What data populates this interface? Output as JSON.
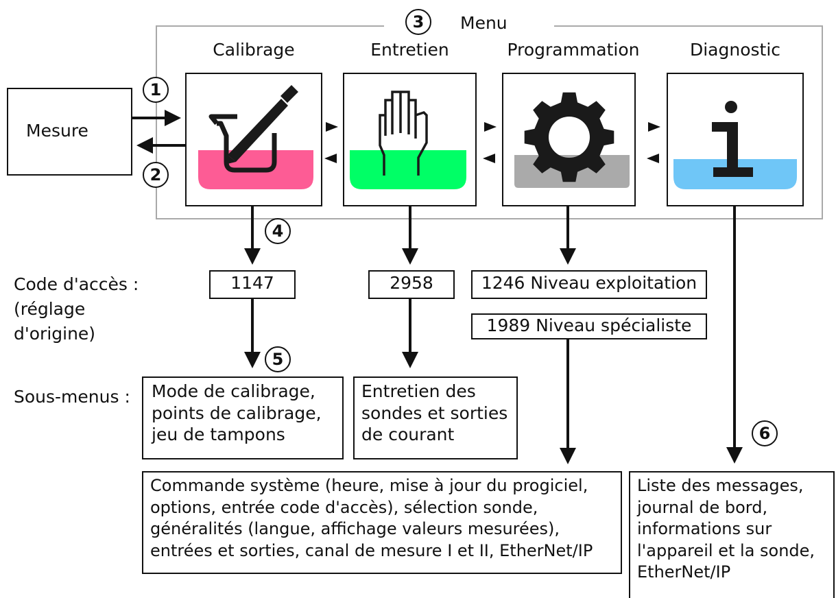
{
  "menu_title": "Menu",
  "measure_label": "Mesure",
  "columns": [
    {
      "title": "Calibrage",
      "color": "#fd5c95",
      "icon": "beaker-pen-icon"
    },
    {
      "title": "Entretien",
      "color": "#00ff66",
      "icon": "hand-icon"
    },
    {
      "title": "Programmation",
      "color": "#aaaaaa",
      "icon": "gear-icon"
    },
    {
      "title": "Diagnostic",
      "color": "#6fc6f7",
      "icon": "info-icon"
    }
  ],
  "step_numbers": [
    "1",
    "2",
    "3",
    "4",
    "5",
    "6"
  ],
  "access_code_label": [
    "Code d'accès :",
    "(réglage",
    "d'origine)"
  ],
  "codes": {
    "calibration": "1147",
    "maintenance": "2958",
    "programming_operator": "1246 Niveau exploitation",
    "programming_specialist": "1989 Niveau spécialiste"
  },
  "submenus_label": "Sous-menus :",
  "submenus": {
    "calibration": [
      "Mode de calibrage,",
      "points de calibrage,",
      "jeu de tampons"
    ],
    "maintenance": [
      "Entretien des",
      "sondes et sorties",
      "de courant"
    ],
    "programming": [
      "Commande système (heure, mise à jour du progiciel,",
      "options, entrée code d'accès), sélection sonde,",
      "généralités (langue, affichage valeurs mesurées),",
      "entrées et sorties, canal de mesure I et II, EtherNet/IP"
    ],
    "diagnostic": [
      "Liste des messages,",
      "journal de bord,",
      "informations sur",
      "l'appareil et la sonde,",
      "EtherNet/IP"
    ]
  }
}
